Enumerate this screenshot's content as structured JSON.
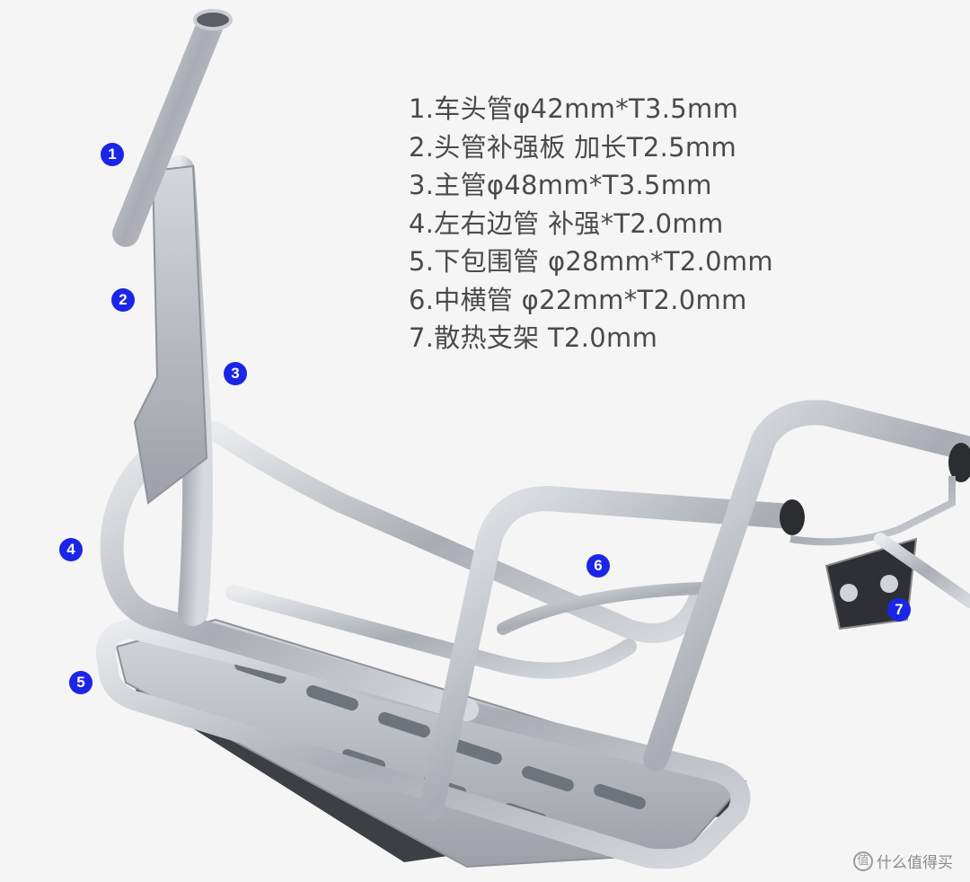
{
  "specs": [
    "1.车头管φ42mm*T3.5mm",
    "2.头管补强板 加长T2.5mm",
    "3.主管φ48mm*T3.5mm",
    "4.左右边管 补强*T2.0mm",
    "5.下包围管 φ28mm*T2.0mm",
    "6.中横管 φ22mm*T2.0mm",
    "7.散热支架 T2.0mm"
  ],
  "markers": [
    "1",
    "2",
    "3",
    "4",
    "5",
    "6",
    "7"
  ],
  "watermark": {
    "icon": "值",
    "text": "什么值得买"
  },
  "colors": {
    "marker": "#1a25e6",
    "text": "#4a4a4a",
    "tube": "#b8bcc2"
  }
}
